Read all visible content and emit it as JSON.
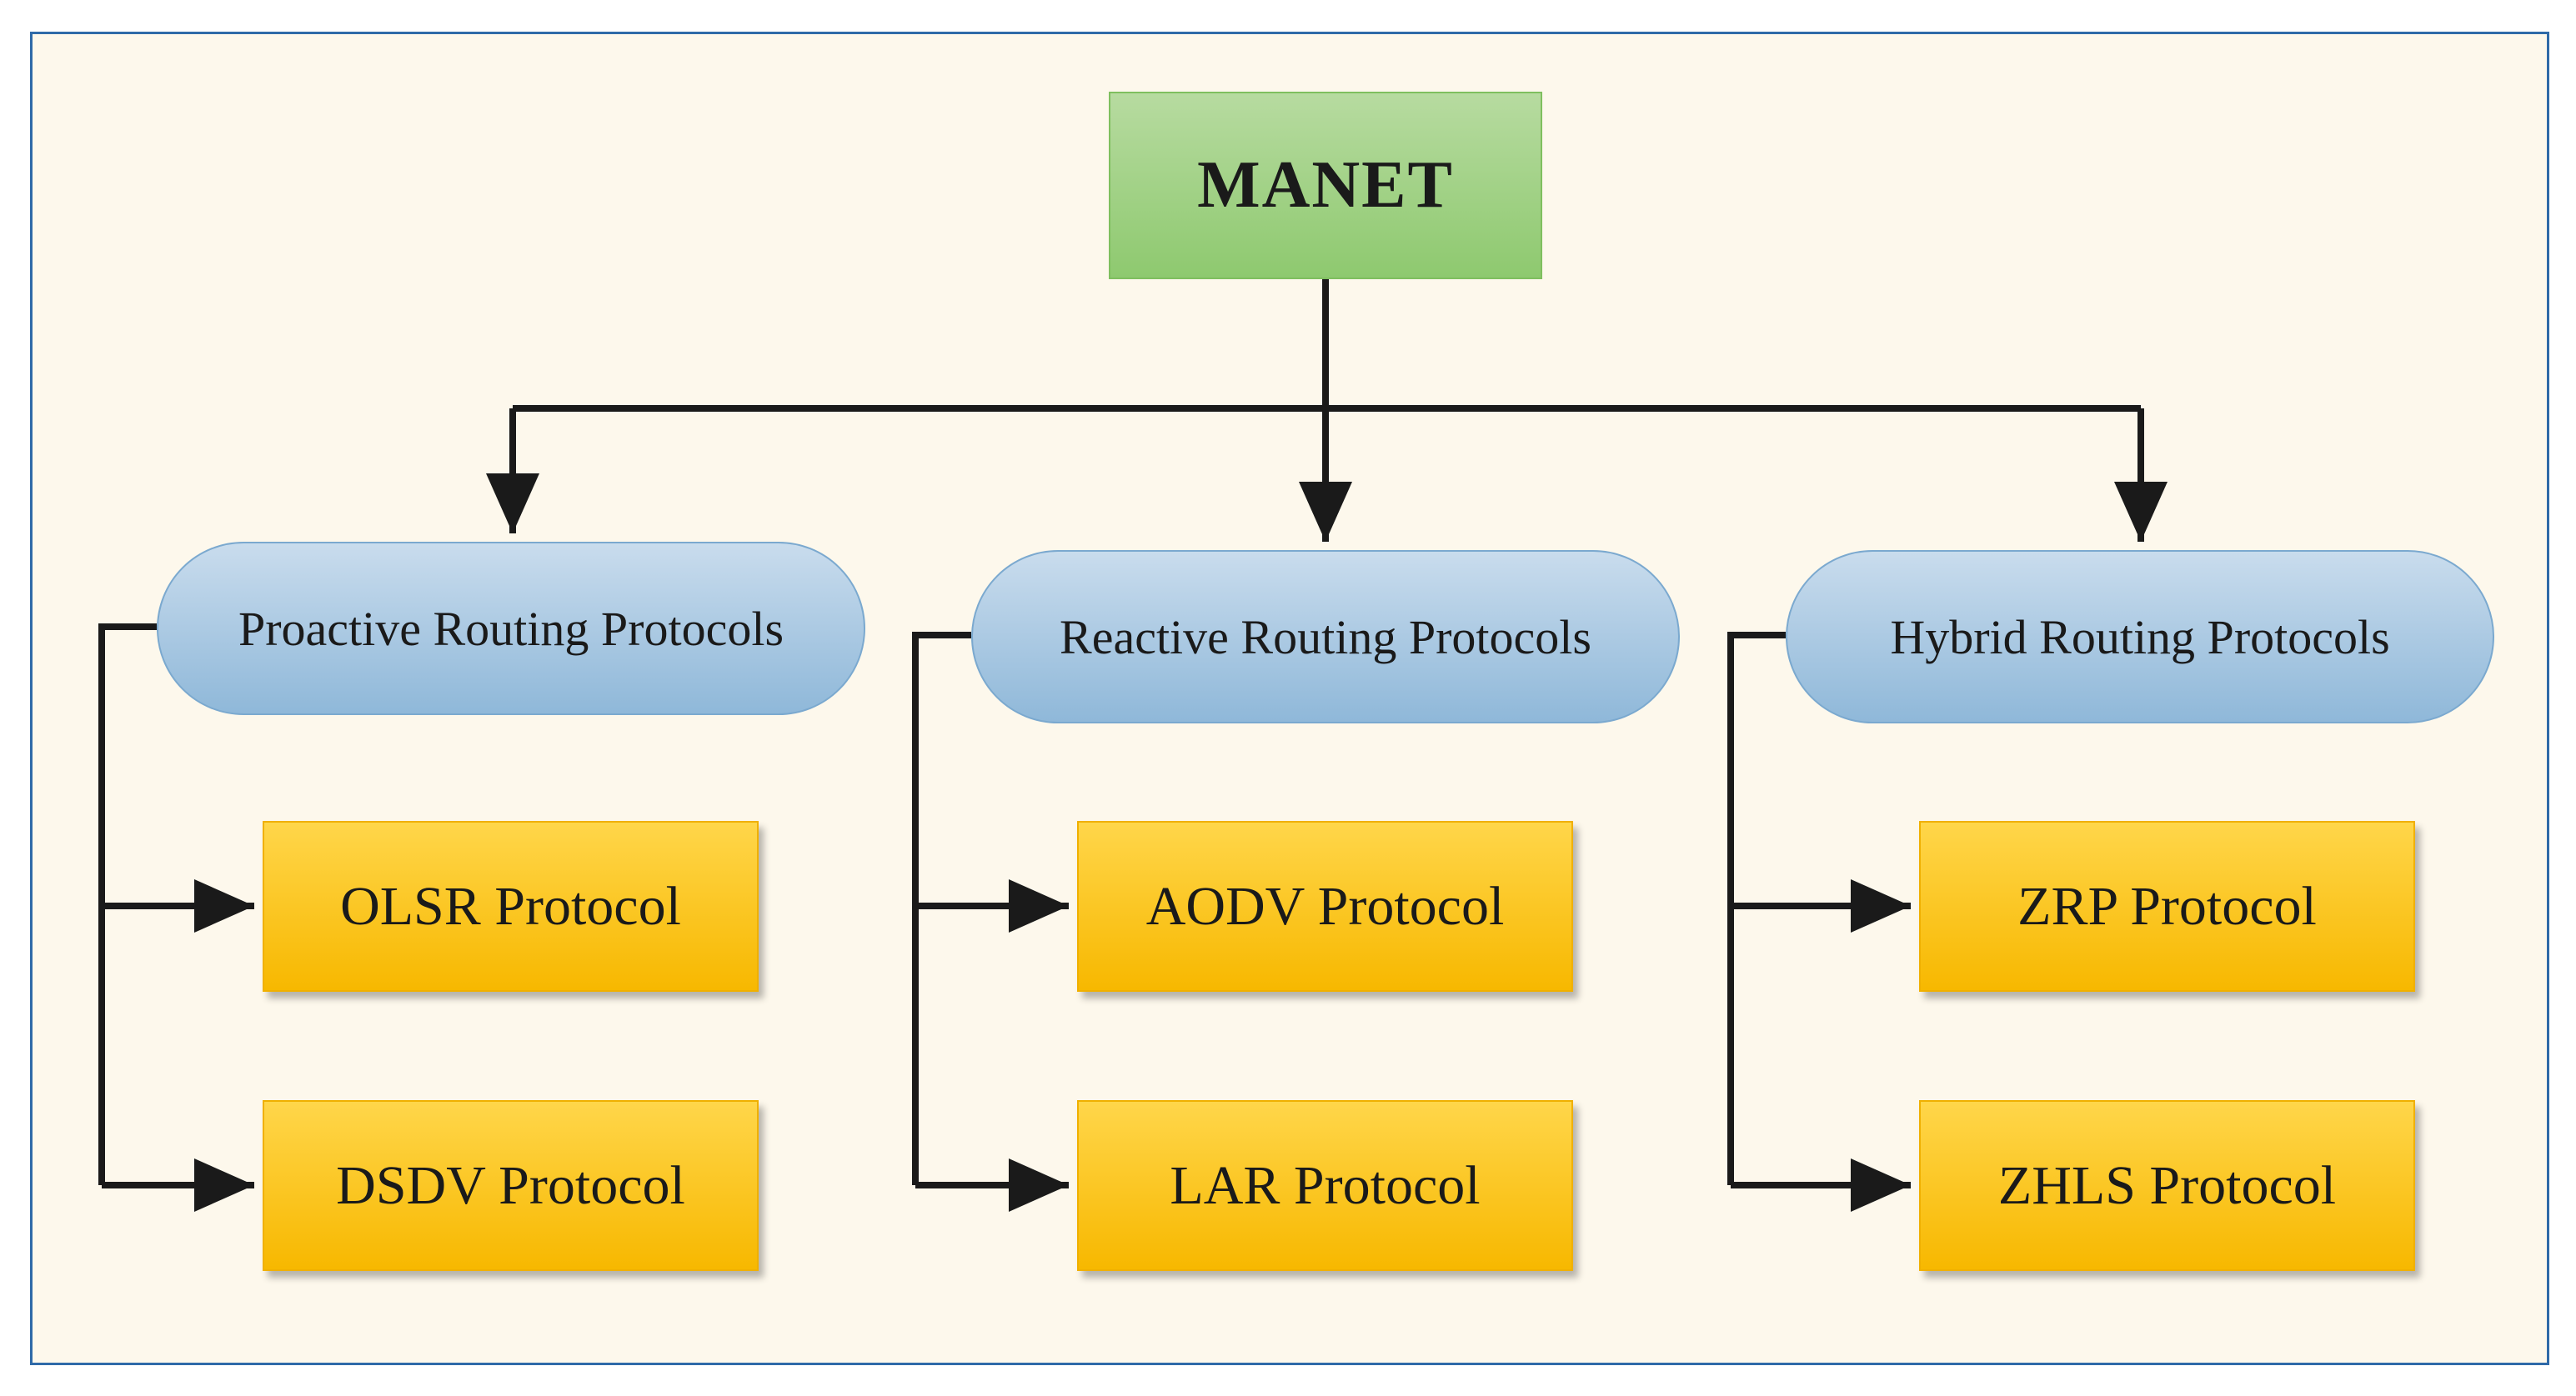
{
  "root": {
    "label": "MANET"
  },
  "categories": [
    {
      "label": "Proactive Routing Protocols",
      "protocols": [
        {
          "label": "OLSR Protocol"
        },
        {
          "label": "DSDV Protocol"
        }
      ]
    },
    {
      "label": "Reactive Routing Protocols",
      "protocols": [
        {
          "label": "AODV Protocol"
        },
        {
          "label": "LAR Protocol"
        }
      ]
    },
    {
      "label": "Hybrid Routing Protocols",
      "protocols": [
        {
          "label": "ZRP Protocol"
        },
        {
          "label": "ZHLS Protocol"
        }
      ]
    }
  ],
  "colors": {
    "frame_border": "#2f6aa8",
    "background": "#fdf8ec",
    "root_fill": "#9fd07f",
    "category_fill": "#a9c9e3",
    "leaf_fill": "#fbc51f",
    "connector": "#1a1a1a"
  }
}
